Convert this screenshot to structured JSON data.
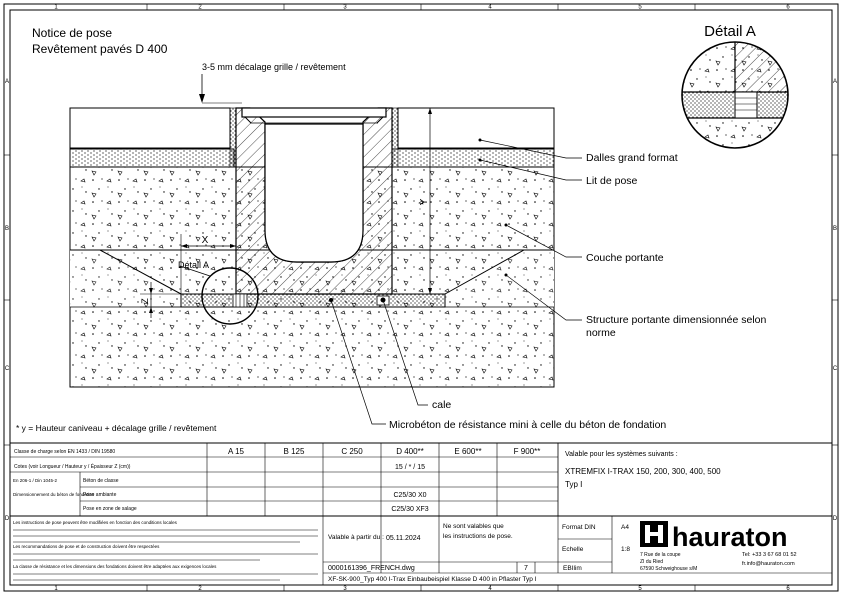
{
  "header": {
    "title_line1": "Notice de pose",
    "title_line2": "Revêtement pavés D 400",
    "detail_title": "Détail A"
  },
  "grid": {
    "columns": [
      "1",
      "2",
      "3",
      "4",
      "5",
      "6"
    ],
    "rows": [
      "A",
      "B",
      "C",
      "D"
    ]
  },
  "drawing": {
    "offset_label": "3-5 mm décalage grille / revêtement",
    "detail_ref": "Détail A",
    "dim_x": "X",
    "dim_y": "Y",
    "dim_z": "Z",
    "callouts": {
      "slabs": "Dalles grand format",
      "bedding": "Lit de pose",
      "base": "Couche portante",
      "subbase_line1": "Structure portante dimensionnée selon",
      "subbase_line2": "norme",
      "shim": "cale",
      "micro": "Microbéton de résistance mini à celle du béton de fondation"
    },
    "footnote": "* y = Hauteur caniveau + décalage grille / revêtement"
  },
  "load_table": {
    "row0_label": "Classe de charge selon EN 1433 / DIN 19580",
    "classes": [
      "A 15",
      "B 125",
      "C 250",
      "D 400**",
      "E 600**",
      "F 900**"
    ],
    "row1_label": "Cotes (voir Longueur / Hauteur y / Épaisseur Z (cm))",
    "row1_value": "15 / * / 15",
    "group_label_a": "En 206-1 / Din 1045-2",
    "group_label_b": "Dimensionnement du béton de fondation",
    "row2_label": "Béton de classe",
    "row2_value": "",
    "row3_label": "Pose ambiante",
    "row3_value": "C25/30 X0",
    "row4_label": "Pose en zone de salage",
    "row4_value": "C25/30 XF3"
  },
  "systems": {
    "label": "Valable pour les systèmes suivants :",
    "line1": "XTREMFIX I-TRAX 150, 200, 300, 400, 500",
    "line2": "Typ I"
  },
  "notes": {
    "block1": "Les instructions de pose peuvent être modifiées en fonction des conditions locales",
    "block2": "Les recommandations de pose et de construction doivent être respectées",
    "block3": "La classe de résistance et les dimensions des fondations doivent être adaptées aux exigences locales"
  },
  "validity": {
    "label": "Valable à partir du :",
    "date": "05.11.2024",
    "note_line1": "Ne sont valables que",
    "note_line2": "les instructions de pose."
  },
  "file": {
    "name": "0000161396_FRENCH.dwg",
    "page": "7",
    "author": "EBIlim"
  },
  "format": {
    "format_label": "Format DIN",
    "format_value": "A4",
    "scale_label": "Echelle",
    "scale_value": "1:8"
  },
  "company": {
    "name": "hauraton",
    "addr1": "7 Rue de la coupe",
    "addr2": "ZI du Ried",
    "addr3": "67590 Schweighouse s/M",
    "tel": "Tel: +33 3 67 68 01 52",
    "mail": "fr.info@hauraton.com"
  },
  "drawing_ref": "XF-SK-900_Typ 400 I-Trax Einbaubeispiel Klasse D 400 in Pflaster Typ I"
}
